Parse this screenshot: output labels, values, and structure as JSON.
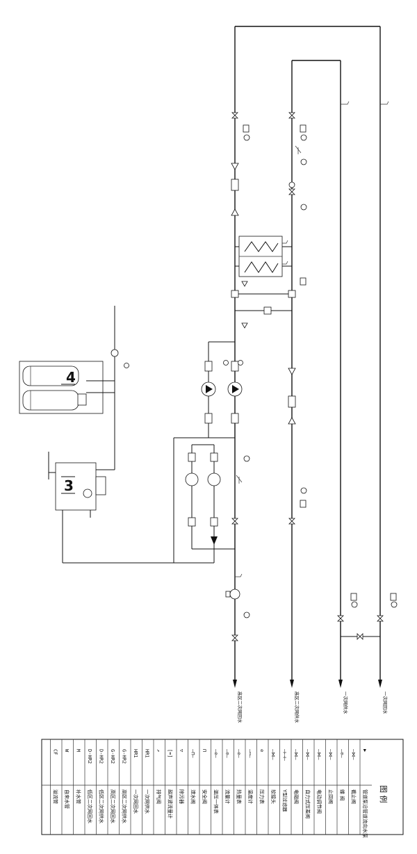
{
  "equipment": {
    "softener_label": "4",
    "tank_label": "3"
  },
  "pipe_labels": {
    "high_secondary_return": "高区二次网回水",
    "high_secondary_supply": "高区二次网供水",
    "primary_supply": "一次网供水",
    "primary_return": "一次网回水"
  },
  "legend": {
    "title": "图  例",
    "rows": [
      {
        "symbol": "▶",
        "text": "管道泵沿管道流向水泵"
      },
      {
        "symbol": "—⋈—",
        "text": "截止阀"
      },
      {
        "symbol": "—⊘—",
        "text": "蝶  阀"
      },
      {
        "symbol": "—⋈—",
        "text": "止回阀"
      },
      {
        "symbol": "—⋈—",
        "text": "电动调节阀"
      },
      {
        "symbol": "—⋈—",
        "text": "自力式压差阀"
      },
      {
        "symbol": "—⋈—",
        "text": "电磁阀"
      },
      {
        "symbol": "—⊢⊣—",
        "text": "Y型过滤器"
      },
      {
        "symbol": "—⋈—",
        "text": "软接头"
      },
      {
        "symbol": "⊘",
        "text": "压力表"
      },
      {
        "symbol": "—▭—",
        "text": "温度计"
      },
      {
        "symbol": "—⊘—",
        "text": "热量表"
      },
      {
        "symbol": "—⊘—",
        "text": "流量计"
      },
      {
        "symbol": "—⊘—",
        "text": "温压一体表"
      },
      {
        "symbol": "⊓",
        "text": "安全阀"
      },
      {
        "symbol": "—⊓—",
        "text": "泄水阀"
      },
      {
        "symbol": "▽",
        "text": "除污器"
      },
      {
        "symbol": "[=]",
        "text": "超声波流量计"
      },
      {
        "symbol": "↗",
        "text": "排气阀"
      },
      {
        "symbol": "HR1",
        "text": "一次网供水"
      },
      {
        "symbol": "HR1",
        "text": "一次网回水"
      },
      {
        "symbol": "G-HR2",
        "text": "高区二次网供水"
      },
      {
        "symbol": "G-HR2",
        "text": "高区二次网回水"
      },
      {
        "symbol": "D-HR2",
        "text": "低区二次网供水"
      },
      {
        "symbol": "D-HR2",
        "text": "低区二次网回水"
      },
      {
        "symbol": "M",
        "text": "补水管"
      },
      {
        "symbol": "W",
        "text": "自来水管"
      },
      {
        "symbol": "CF",
        "text": "溢流管"
      }
    ]
  }
}
